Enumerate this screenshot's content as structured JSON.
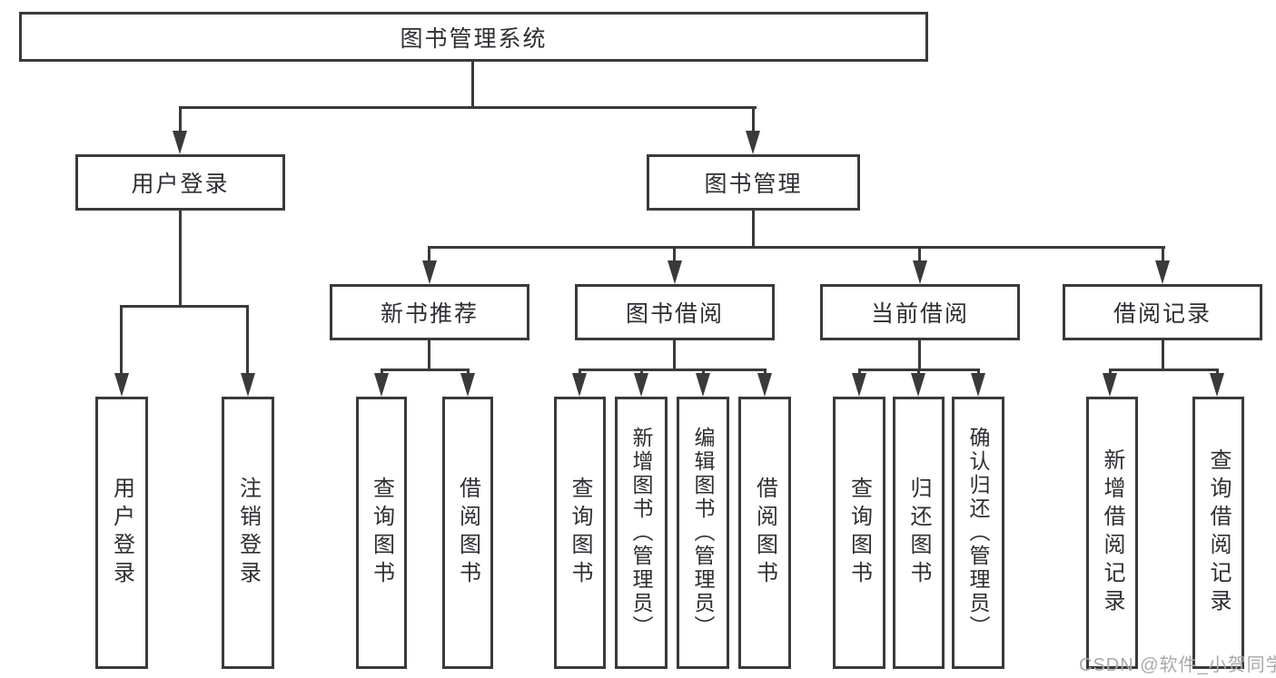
{
  "diagram_type": "hierarchy-tree",
  "colors": {
    "line": "#3a3a3a",
    "text": "#2e2e33",
    "background": "#ffffff",
    "watermark": "#a9a9a9"
  },
  "tree": {
    "root": "图书管理系统",
    "branches": [
      {
        "label": "用户登录",
        "children": [
          "用户登录",
          "注销登录"
        ]
      },
      {
        "label": "图书管理",
        "children": [
          {
            "label": "新书推荐",
            "children": [
              "查询图书",
              "借阅图书"
            ]
          },
          {
            "label": "图书借阅",
            "children": [
              "查询图书",
              "新增图书（管理员）",
              "编辑图书（管理员）",
              "借阅图书"
            ]
          },
          {
            "label": "当前借阅",
            "children": [
              "查询图书",
              "归还图书",
              "确认归还（管理员）"
            ]
          },
          {
            "label": "借阅记录",
            "children": [
              "新增借阅记录",
              "查询借阅记录"
            ]
          }
        ]
      }
    ]
  },
  "watermark": "CSDN @软件_小贺同学"
}
